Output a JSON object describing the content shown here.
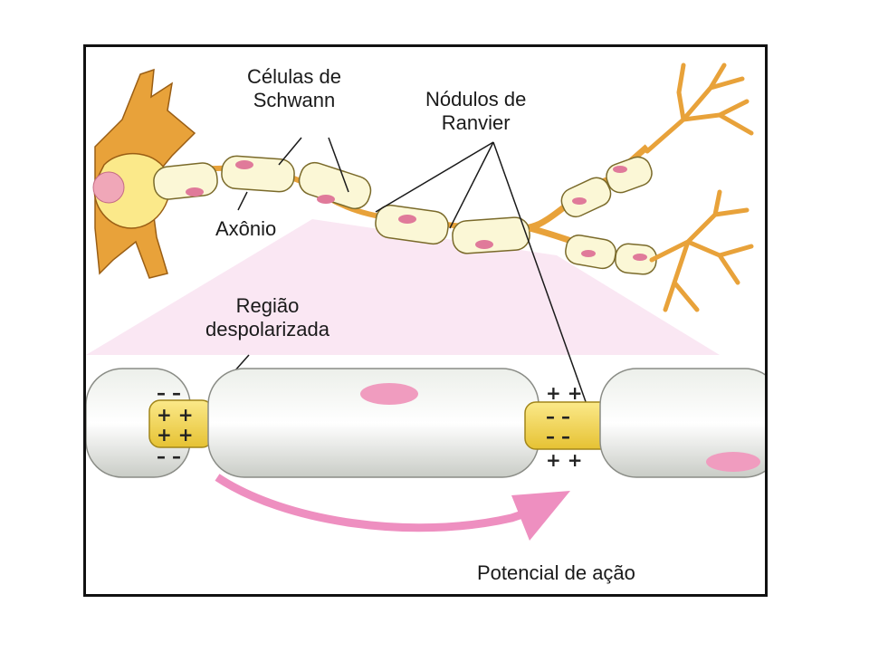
{
  "labels": {
    "schwann_line1": "Células de",
    "schwann_line2": "Schwann",
    "ranvier_line1": "Nódulos de",
    "ranvier_line2": "Ranvier",
    "axon": "Axônio",
    "depol_line1": "Região",
    "depol_line2": "despolarizada",
    "action_potential": "Potencial de ação"
  },
  "charges": {
    "left_inside": "+ +",
    "left_inside_2": "+ +",
    "left_outside_top": "– –",
    "left_outside_bottom": "– –",
    "right_outside_top": "+ +",
    "right_outside_bottom": "+ +",
    "right_inside": "– –",
    "right_inside_2": "– –"
  },
  "colors": {
    "axon_orange": "#e8a23a",
    "myelin_fill": "#fbf7d6",
    "nucleus_pink": "#e07a9a",
    "arrow_pink": "#ee8fc0",
    "sheath_gray": "#d9dcd6",
    "axon_yellow": "#f2d44a"
  }
}
